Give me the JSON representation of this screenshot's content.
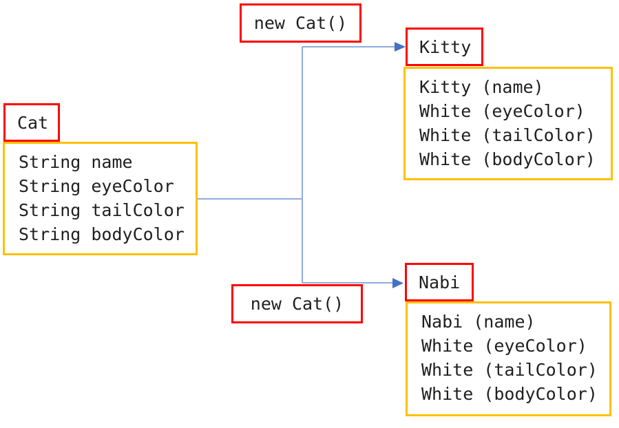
{
  "colors": {
    "label_border": "#FF0000",
    "box_border": "#FFC000",
    "connector_line": "#8FAADC",
    "arrowhead": "#4472C4",
    "text": "#1F1F1F",
    "background": "#FFFFFF"
  },
  "class_box": {
    "label": "Cat",
    "fields": [
      "String name",
      "String eyeColor",
      "String tailColor",
      "String bodyColor"
    ]
  },
  "constructors": {
    "top": "new Cat()",
    "bottom": "new Cat()"
  },
  "instances": {
    "kitty": {
      "label": "Kitty",
      "fields": [
        "Kitty (name)",
        "White (eyeColor)",
        "White (tailColor)",
        "White (bodyColor)"
      ]
    },
    "nabi": {
      "label": "Nabi",
      "fields": [
        "Nabi (name)",
        "White (eyeColor)",
        "White (tailColor)",
        "White (bodyColor)"
      ]
    }
  }
}
